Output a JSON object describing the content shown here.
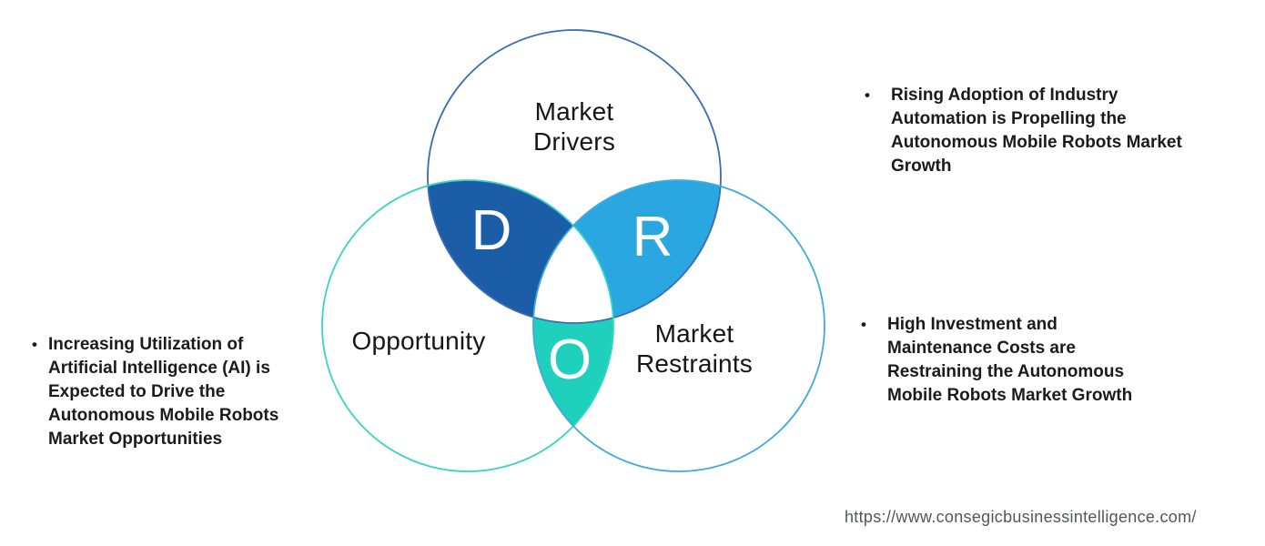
{
  "venn": {
    "circles": {
      "drivers": {
        "label": "Market\nDrivers",
        "outline_color": "#3a6cb5"
      },
      "opportunity": {
        "label": "Opportunity",
        "outline_color": "#36d5c5"
      },
      "restraints": {
        "label": "Market\nRestraints",
        "outline_color": "#3fa9e1"
      }
    },
    "regions": {
      "d": {
        "letter": "D",
        "color": "#1b5ea7"
      },
      "r": {
        "letter": "R",
        "color": "#2aa7e1"
      },
      "o": {
        "letter": "O",
        "color": "#1fd0bd"
      }
    }
  },
  "bullets": {
    "left": {
      "marker": "•",
      "text": "Increasing Utilization of\nArtificial Intelligence (AI) is\nExpected to Drive the\nAutonomous Mobile Robots\nMarket Opportunities"
    },
    "right_top": {
      "marker": "•",
      "text": "Rising Adoption of Industry\nAutomation is Propelling the\nAutonomous Mobile Robots Market\nGrowth"
    },
    "right_bottom": {
      "marker": "•",
      "text": "High Investment and\nMaintenance Costs are\nRestraining the Autonomous\nMobile Robots Market Growth"
    }
  },
  "footer": {
    "url": "https://www.consegicbusinessintelligence.com/"
  }
}
